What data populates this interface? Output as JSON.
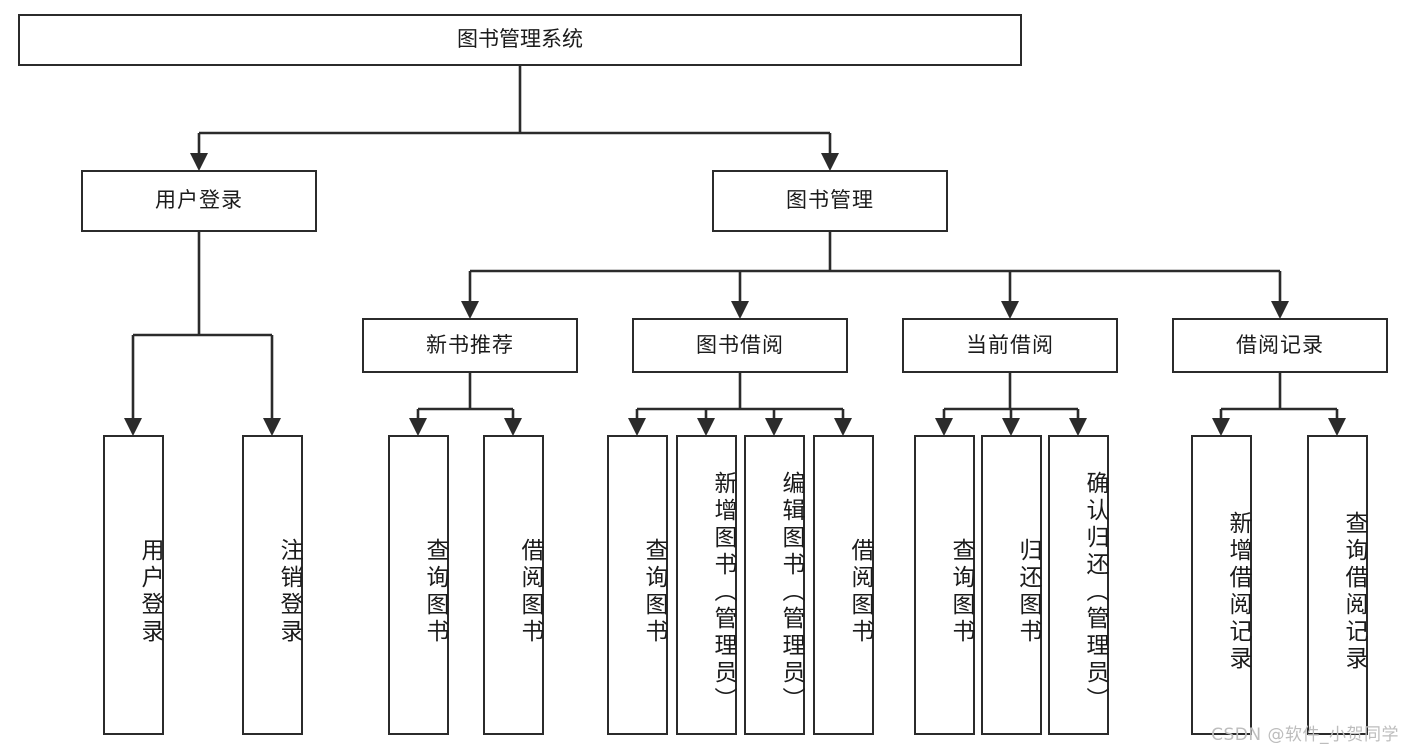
{
  "diagram": {
    "title": "图书管理系统",
    "type": "tree-hierarchy-chart",
    "colors": {
      "box_border": "#2b2b2b",
      "box_fill": "#ffffff",
      "edge": "#2b2b2b",
      "text": "#1b1b1b",
      "watermark": "#bdbdbd"
    },
    "root": {
      "label": "图书管理系统"
    },
    "level2": [
      {
        "label": "用户登录"
      },
      {
        "label": "图书管理"
      }
    ],
    "level3": [
      {
        "label": "新书推荐"
      },
      {
        "label": "图书借阅"
      },
      {
        "label": "当前借阅"
      },
      {
        "label": "借阅记录"
      }
    ],
    "leaves": {
      "user_login": [
        {
          "label": "用户登录"
        },
        {
          "label": "注销登录"
        }
      ],
      "new_book_recommend": [
        {
          "label": "查询图书"
        },
        {
          "label": "借阅图书"
        }
      ],
      "book_borrow": [
        {
          "label": "查询图书"
        },
        {
          "label": "新增图书（管理员）"
        },
        {
          "label": "编辑图书（管理员）"
        },
        {
          "label": "借阅图书"
        }
      ],
      "current_borrow": [
        {
          "label": "查询图书"
        },
        {
          "label": "归还图书"
        },
        {
          "label": "确认归还（管理员）"
        }
      ],
      "borrow_record": [
        {
          "label": "新增借阅记录"
        },
        {
          "label": "查询借阅记录"
        }
      ]
    }
  },
  "watermark": {
    "text": "CSDN @软件_小贺同学"
  }
}
